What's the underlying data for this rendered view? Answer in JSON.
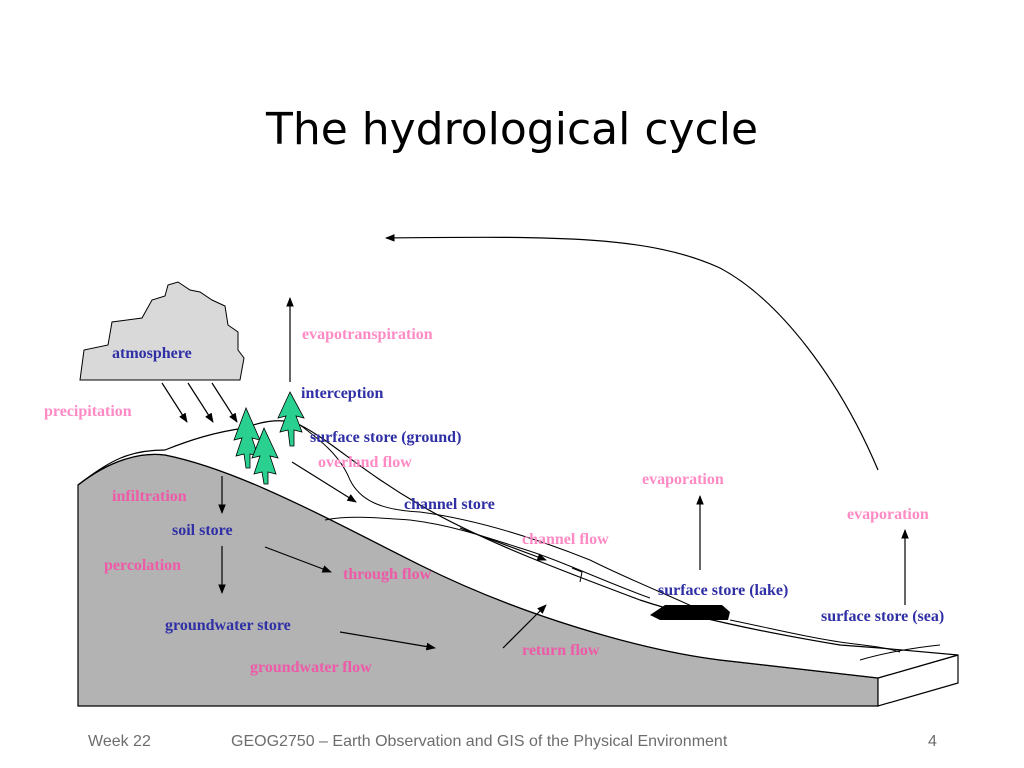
{
  "title": "The hydrological cycle",
  "labels": {
    "atmosphere": "atmosphere",
    "precipitation": "precipitation",
    "evapotranspiration": "evapotranspiration",
    "interception": "interception",
    "surface_store_ground": "surface store (ground)",
    "overland_flow": "overland flow",
    "channel_store": "channel store",
    "channel_flow": "channel flow",
    "infiltration": "infiltration",
    "soil_store": "soil store",
    "percolation": "percolation",
    "through_flow": "through flow",
    "groundwater_store": "groundwater store",
    "groundwater_flow": "groundwater flow",
    "return_flow": "return flow",
    "evaporation_lake": "evaporation",
    "evaporation_sea": "evaporation",
    "surface_store_lake": "surface store (lake)",
    "surface_store_sea": "surface store (sea)"
  },
  "colors": {
    "store": "#2f2fa6",
    "flow": "#ee5aa7",
    "light_flow": "#ff8ac4",
    "ground": "#b3b3b3",
    "cloud": "#d9d9d9",
    "tree": "#2ad08f"
  },
  "footer": {
    "week": "Week 22",
    "course": "GEOG2750 – Earth Observation and GIS of the Physical Environment",
    "page": "4"
  }
}
